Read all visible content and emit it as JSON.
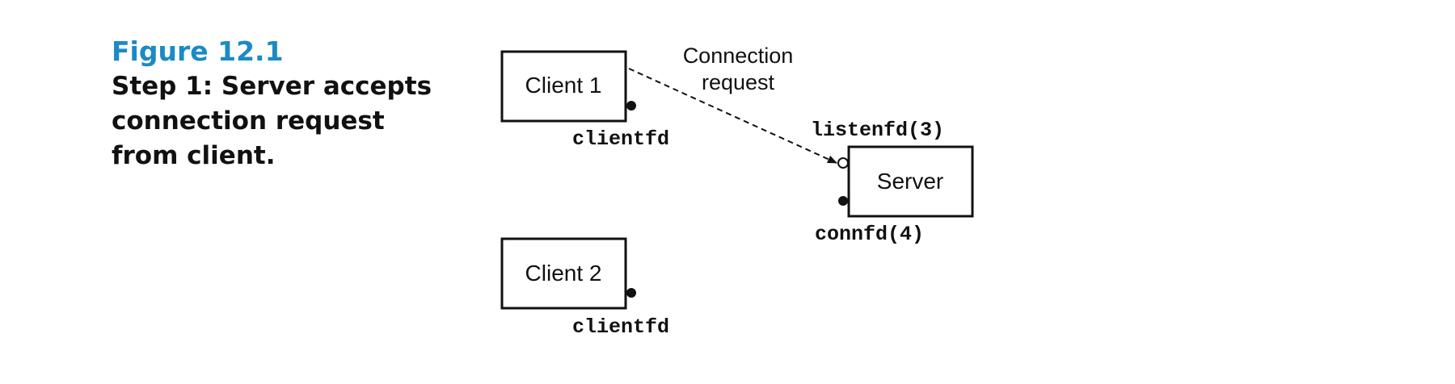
{
  "caption": {
    "figure_number": "Figure 12.1",
    "description": "Step 1: Server accepts connection request from client."
  },
  "diagram": {
    "client1": {
      "label": "Client 1",
      "fd_label": "clientfd"
    },
    "client2": {
      "label": "Client 2",
      "fd_label": "clientfd"
    },
    "server": {
      "label": "Server",
      "listen_label": "listenfd(3)",
      "conn_label": "connfd(4)"
    },
    "connection": {
      "label_line1": "Connection",
      "label_line2": "request"
    },
    "colors": {
      "accent": "#1b8ac5",
      "ink": "#111111"
    }
  }
}
